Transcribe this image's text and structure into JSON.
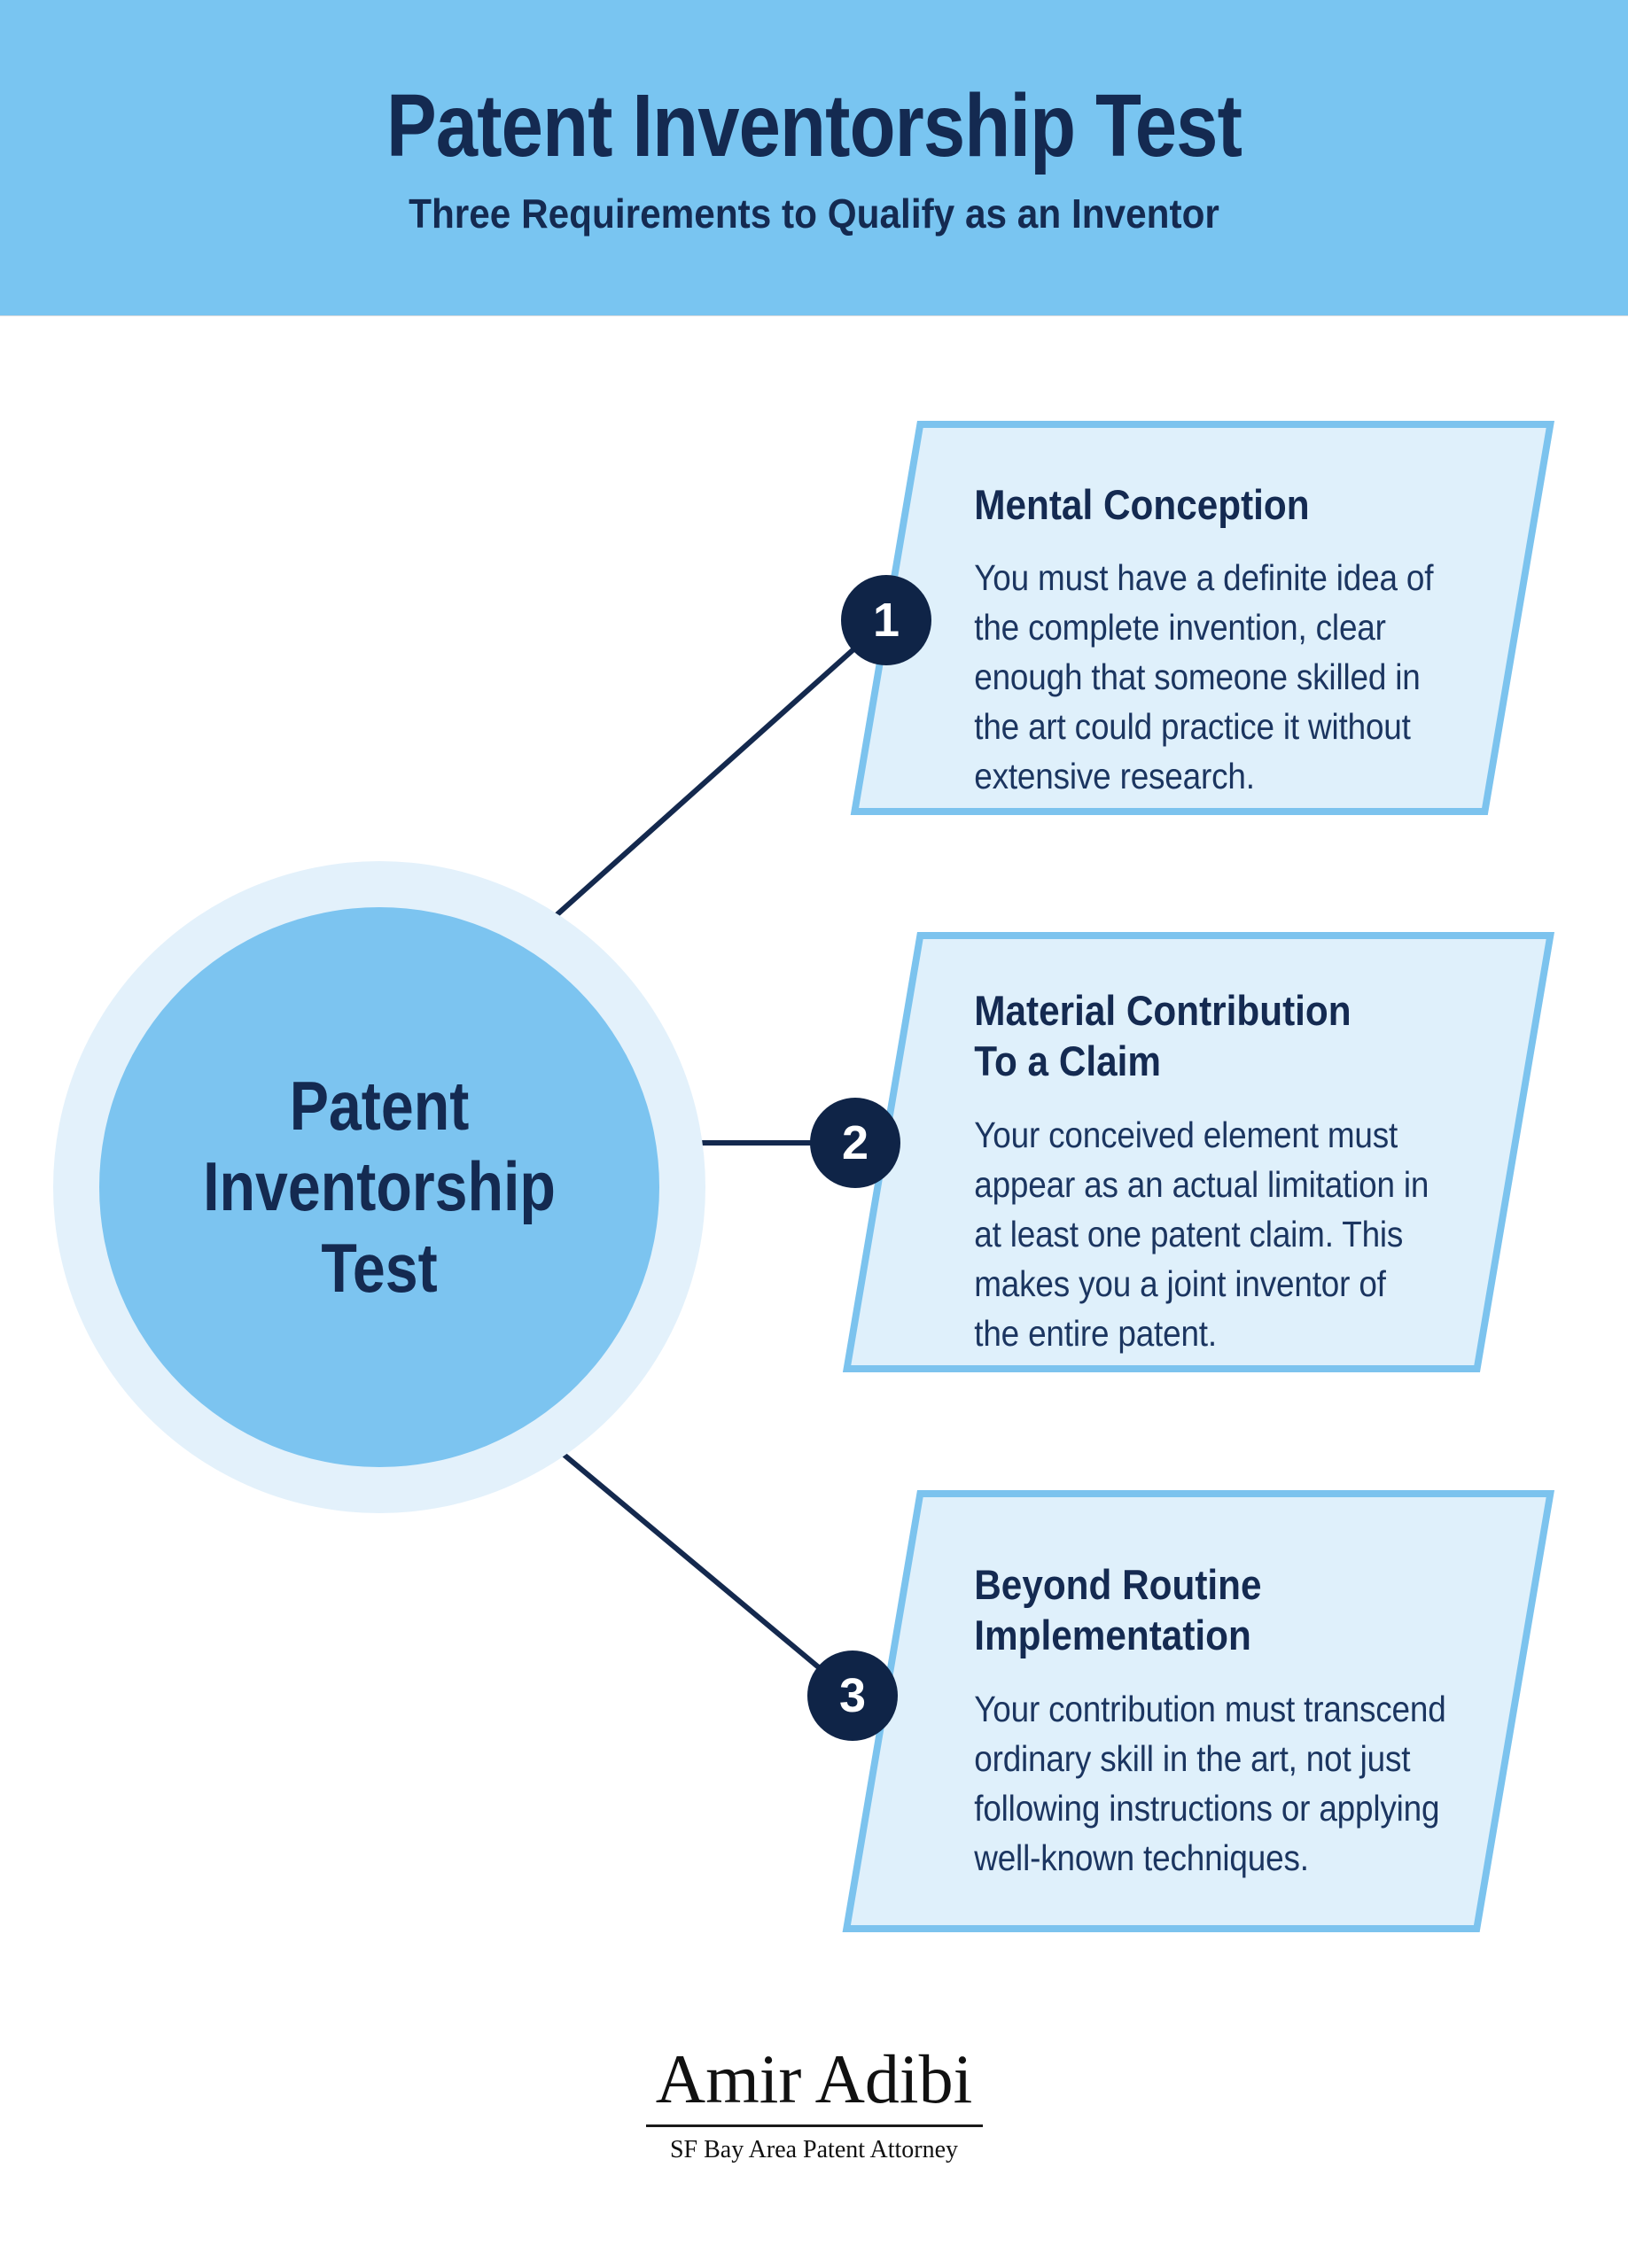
{
  "header": {
    "title": "Patent Inventorship Test",
    "subtitle": "Three Requirements to Qualify as an Inventor"
  },
  "center": {
    "label": [
      "Patent",
      "Inventorship",
      "Test"
    ]
  },
  "items": [
    {
      "number": "1",
      "title": [
        "Mental Conception"
      ],
      "body": [
        "You must have a definite idea of",
        "the complete invention, clear",
        "enough that someone skilled in",
        "the art could practice it without",
        "extensive research."
      ]
    },
    {
      "number": "2",
      "title": [
        "Material Contribution",
        "To a Claim"
      ],
      "body": [
        "Your conceived element must",
        "appear as an actual limitation in",
        "at least one patent claim. This",
        "makes you a joint inventor of",
        "the entire patent."
      ]
    },
    {
      "number": "3",
      "title": [
        "Beyond Routine",
        "Implementation"
      ],
      "body": [
        "Your contribution must transcend",
        "ordinary skill in the art, not just",
        "following instructions or applying",
        "well-known techniques."
      ]
    }
  ],
  "footer": {
    "name": "Amir Adibi",
    "tagline": "SF Bay Area Patent Attorney"
  },
  "colors": {
    "header_background": "#79c5f1",
    "navy_text": "#142a51",
    "body_text": "#1b3560",
    "card_fill": "#dff0fb",
    "card_border": "#7cc3ee",
    "badge_background": "#0f2447",
    "badge_text": "#ffffff",
    "node_fill": "#7cc4f0",
    "node_ring": "#e3f1fb",
    "connector": "#14294e",
    "page_background": "#ffffff",
    "footer_text": "#111111"
  }
}
